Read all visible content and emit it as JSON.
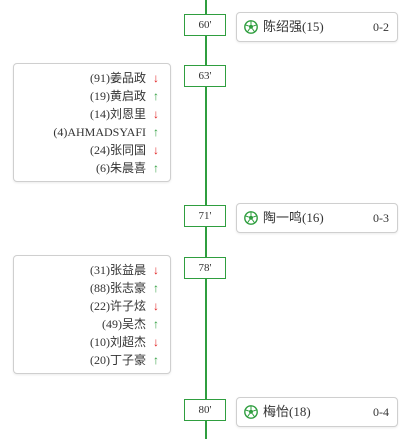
{
  "events": [
    {
      "minute": "60'",
      "type": "goal",
      "player": "陈绍强(15)",
      "score": "0-2"
    },
    {
      "minute": "63'",
      "type": "substitution",
      "players": [
        {
          "name": "(91)姜品政",
          "dir": "out"
        },
        {
          "name": "(19)黄启政",
          "dir": "in"
        },
        {
          "name": "(14)刘恩里",
          "dir": "out"
        },
        {
          "name": "(4)AHMADSYAFI",
          "dir": "in"
        },
        {
          "name": "(24)张同国",
          "dir": "out"
        },
        {
          "name": "(6)朱晨喜",
          "dir": "in"
        }
      ]
    },
    {
      "minute": "71'",
      "type": "goal",
      "player": "陶一鸣(16)",
      "score": "0-3"
    },
    {
      "minute": "78'",
      "type": "substitution",
      "players": [
        {
          "name": "(31)张益晨",
          "dir": "out"
        },
        {
          "name": "(88)张志豪",
          "dir": "in"
        },
        {
          "name": "(22)许子炫",
          "dir": "out"
        },
        {
          "name": "(49)吴杰",
          "dir": "in"
        },
        {
          "name": "(10)刘超杰",
          "dir": "out"
        },
        {
          "name": "(20)丁子豪",
          "dir": "in"
        }
      ]
    },
    {
      "minute": "80'",
      "type": "goal",
      "player": "梅怡(18)",
      "score": "0-4"
    }
  ],
  "icons": {
    "goal": "football-icon",
    "sub_out": "arrow-down-icon",
    "sub_in": "arrow-up-icon"
  },
  "colors": {
    "timeline": "#2f9e3f",
    "sub_out": "#e02020",
    "sub_in": "#2f9e3f"
  }
}
